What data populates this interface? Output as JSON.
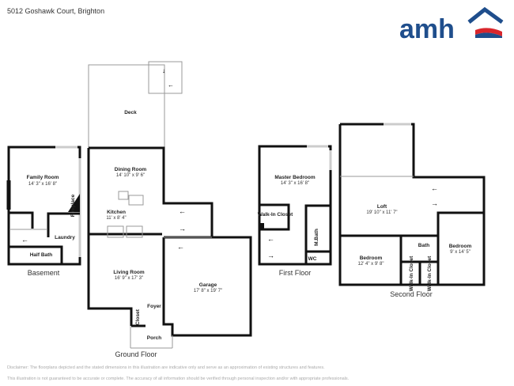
{
  "header": {
    "address": "5012 Goshawk Court, Brighton"
  },
  "logo": {
    "text": "amh",
    "color_primary": "#1f4e8c",
    "color_accent": "#d9262c"
  },
  "floors": {
    "basement": {
      "label": "Basement",
      "rooms": {
        "family_room": {
          "name": "Family Room",
          "dims": "14' 3\" x 16' 8\""
        },
        "fireplace": {
          "name": "Fireplace"
        },
        "laundry": {
          "name": "Laundry"
        },
        "half_bath": {
          "name": "Half Bath"
        }
      }
    },
    "ground": {
      "label": "Ground Floor",
      "rooms": {
        "deck": {
          "name": "Deck"
        },
        "dining": {
          "name": "Dining Room",
          "dims": "14' 10\" x 9' 6\""
        },
        "kitchen": {
          "name": "Kitchen",
          "dims": "11' x 8' 4\""
        },
        "living": {
          "name": "Living Room",
          "dims": "16' 9\" x 17' 3\""
        },
        "garage": {
          "name": "Garage",
          "dims": "17' 8\" x 19' 7\""
        },
        "foyer": {
          "name": "Foyer"
        },
        "closet": {
          "name": "Closet"
        },
        "porch": {
          "name": "Porch"
        }
      }
    },
    "first": {
      "label": "First Floor",
      "rooms": {
        "master": {
          "name": "Master Bedroom",
          "dims": "14' 3\" x 16' 8\""
        },
        "walkin": {
          "name": "Walk-In Closet"
        },
        "mbath": {
          "name": "M.Bath"
        },
        "wc": {
          "name": "WC"
        }
      }
    },
    "second": {
      "label": "Second Floor",
      "rooms": {
        "loft": {
          "name": "Loft",
          "dims": "19' 10\" x 11' 7\""
        },
        "bedroom1": {
          "name": "Bedroom",
          "dims": "12' 4\" x 9' 8\""
        },
        "bath": {
          "name": "Bath"
        },
        "bedroom2": {
          "name": "Bedroom",
          "dims": "9' x 14' 5\""
        },
        "walkin1": {
          "name": "Walk-In Closet"
        },
        "walkin2": {
          "name": "Walk-In Closet"
        }
      }
    }
  },
  "disclaimer": {
    "line1": "Disclaimer: The floorplans depicted and the stated dimensions in this illustration are indicative only and serve as an approximation of existing structures and features.",
    "line2": "This illustration is not guaranteed to be accurate or complete. The accuracy of all information should be verified through personal inspection and/or with appropriate professionals."
  }
}
